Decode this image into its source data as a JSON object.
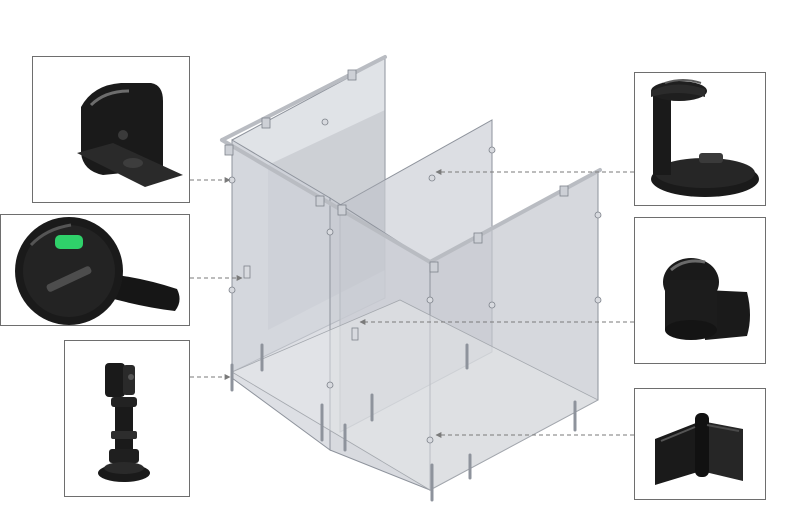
{
  "figure": {
    "alt": "Toilet partition cubicle hardware"
  },
  "colors": {
    "background": "#ffffff",
    "frame": "#6e6e6e",
    "glass": "#c9ccd4",
    "glass_edge": "#8e939c",
    "rail": "#b9bcc2",
    "leader": "#7a7a7a",
    "hardware": "#1a1a1a",
    "indicator": "#2fd16a"
  },
  "callouts": [
    {
      "id": "wall-bracket",
      "icon": "l-bracket-icon"
    },
    {
      "id": "indicator-lock",
      "icon": "indicator-lock-icon"
    },
    {
      "id": "adjustable-leg",
      "icon": "support-leg-icon"
    },
    {
      "id": "door-stopper",
      "icon": "door-stopper-icon"
    },
    {
      "id": "rail-end-cap",
      "icon": "end-cap-icon"
    },
    {
      "id": "door-hinge",
      "icon": "hinge-icon"
    }
  ]
}
